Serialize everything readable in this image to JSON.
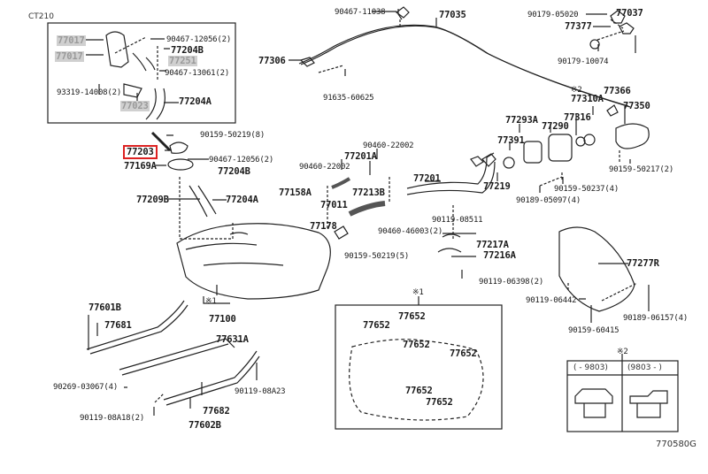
{
  "diagram": {
    "figure_code": "770580G",
    "inset_ct210": {
      "title": "CT210",
      "labels": {
        "p1": "77017",
        "p2": "77017",
        "p3": "90467-12056(2)",
        "p4": "77204B",
        "p5": "77251",
        "p6": "90467-13061(2)",
        "p7": "93319-14008(2)",
        "p8": "77023",
        "p9": "77204A"
      }
    },
    "pump_assembly": {
      "selected": "77203",
      "labels": {
        "bolt": "90159-50219(8)",
        "clamp": "90467-12056(2)",
        "gasket": "77169A",
        "hose_b": "77204B",
        "tube": "77209B",
        "hose_a": "77204A"
      }
    },
    "cable": {
      "clip": "90467-11038",
      "cable": "77035",
      "lever": "77306",
      "screw": "91635-60625"
    },
    "lid_lock": {
      "clip": "90179-05020",
      "lock": "77037",
      "spring": "77377",
      "nut": "90179-10074"
    },
    "filler": {
      "note2": "※2",
      "cap_group": "77310A",
      "cap": "77316",
      "hinge": "77366",
      "lid": "77350",
      "lid_screw": "90159-50217(2)",
      "neck_group": "77293A",
      "ring": "77391",
      "housing": "77290",
      "grommet": "77219",
      "bolt": "90159-50237(4)",
      "nut": "90189-05097(4)"
    },
    "pipes": {
      "clamp_top": "90460-22002",
      "breather": "77201A",
      "clamp_left": "90460-22002",
      "inlet_pipe": "77201",
      "hose": "77213B",
      "valve_group": "77011",
      "grommet": "77158A",
      "valve": "77178",
      "bolt": "90119-08511",
      "clamp": "90460-46003(2)",
      "screw": "90159-50219(5)",
      "clamp_a": "77217A",
      "clamp_b": "77216A",
      "bolt_b": "90119-06398(2)"
    },
    "tank": {
      "note1": "※1",
      "tank": "77100"
    },
    "protector": {
      "protector": "77277R",
      "bolt1": "90119-06442",
      "clip": "90189-06157(4)",
      "screw": "90159-60415"
    },
    "bands": {
      "band1_group": "77601B",
      "band1": "77681",
      "band_mid": "77631A",
      "bolt1": "90269-03067(4)",
      "bolt2": "90119-08A23",
      "band2": "77682",
      "bolt3": "90119-08A18(2)",
      "band2_group": "77602B"
    },
    "inset_pads": {
      "note": "※1",
      "pads": [
        "77652",
        "77652",
        "77652",
        "77652",
        "77652",
        "77652"
      ]
    },
    "inset_caps": {
      "note": "※2",
      "col1": "(    - 9803)",
      "col2": "(9803 -    )"
    }
  }
}
